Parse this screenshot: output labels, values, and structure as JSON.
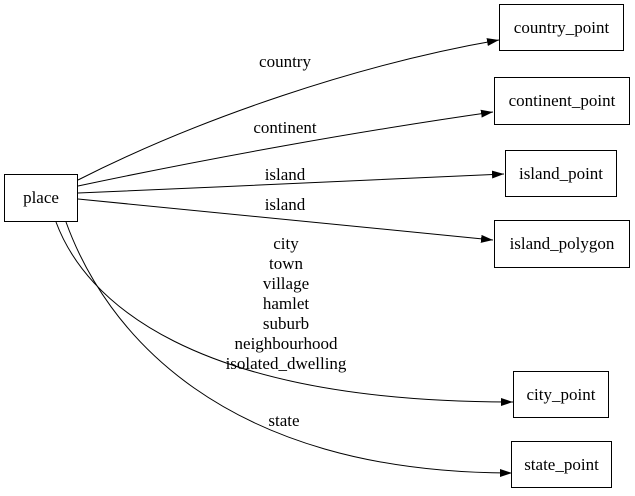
{
  "diagram": {
    "type": "directed-graph",
    "background_color": "#ffffff",
    "stroke_color": "#000000",
    "text_color": "#000000",
    "nodes": [
      {
        "id": "place",
        "label": "place"
      },
      {
        "id": "country_point",
        "label": "country_point"
      },
      {
        "id": "continent_point",
        "label": "continent_point"
      },
      {
        "id": "island_point",
        "label": "island_point"
      },
      {
        "id": "island_polygon",
        "label": "island_polygon"
      },
      {
        "id": "city_point",
        "label": "city_point"
      },
      {
        "id": "state_point",
        "label": "state_point"
      }
    ],
    "edges": [
      {
        "from": "place",
        "to": "country_point",
        "label": "country"
      },
      {
        "from": "place",
        "to": "continent_point",
        "label": "continent"
      },
      {
        "from": "place",
        "to": "island_point",
        "label": "island"
      },
      {
        "from": "place",
        "to": "island_polygon",
        "label": "island"
      },
      {
        "from": "place",
        "to": "city_point",
        "label_lines": [
          "city",
          "town",
          "village",
          "hamlet",
          "suburb",
          "neighbourhood",
          "isolated_dwelling"
        ]
      },
      {
        "from": "place",
        "to": "state_point",
        "label": "state"
      }
    ]
  }
}
